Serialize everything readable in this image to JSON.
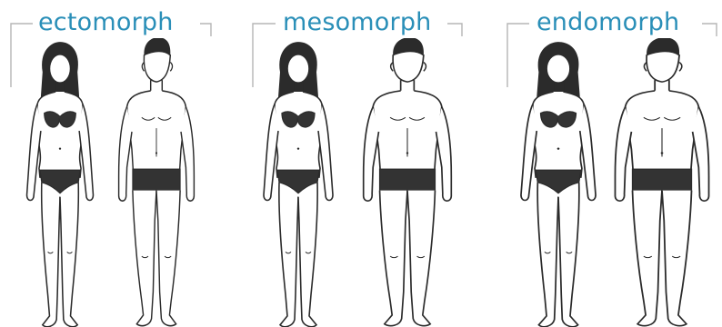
{
  "labels": {
    "ectomorph": "ectomorph",
    "mesomorph": "mesomorph",
    "endomorph": "endomorph"
  },
  "colors": {
    "label_text": "#2a8fb8",
    "bracket_line": "#b5b5b5",
    "outline": "#2b2b2b",
    "skin": "#ffffff",
    "hair": "#2b2b2b",
    "underwear": "#333333"
  },
  "icons": [
    "female-figure",
    "male-figure"
  ]
}
